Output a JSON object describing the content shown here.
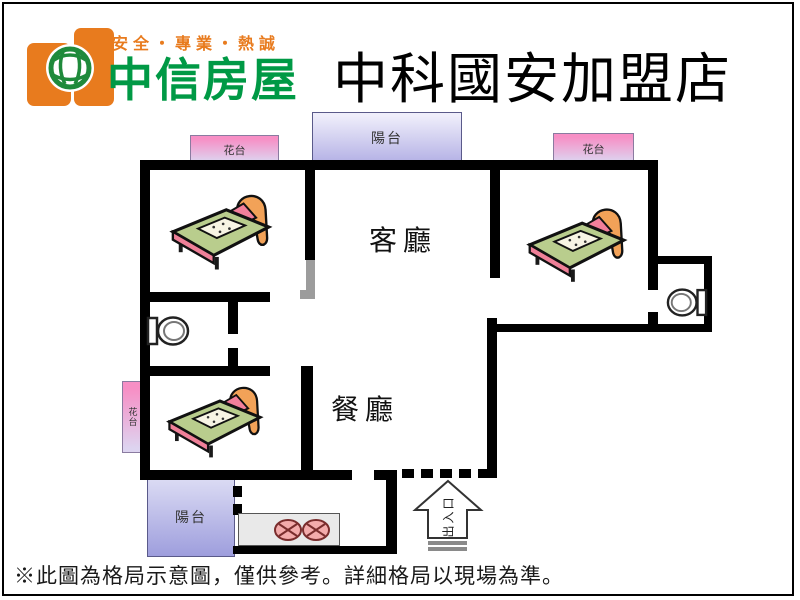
{
  "header": {
    "slogan": "安全・專業・熱誠",
    "brand": "中信房屋",
    "title": "中科國安加盟店"
  },
  "plan": {
    "rooms": {
      "living": "客廳",
      "dining": "餐廳"
    },
    "labels": {
      "balcony": "陽台",
      "flower_box": "花台",
      "entrance": "出入口"
    }
  },
  "footer": {
    "disclaimer": "※此圖為格局示意圖，僅供參考。詳細格局以現場為準。"
  },
  "colors": {
    "brand_green": "#009945",
    "accent_orange": "#e87b1e",
    "flower_pink": "#f78fc5",
    "balcony_lavender": "#b7b4e6",
    "wall_black": "#000000",
    "bed_green": "#b9cd8d",
    "bed_pink": "#ef8098",
    "burner_pink": "#f3abab"
  }
}
